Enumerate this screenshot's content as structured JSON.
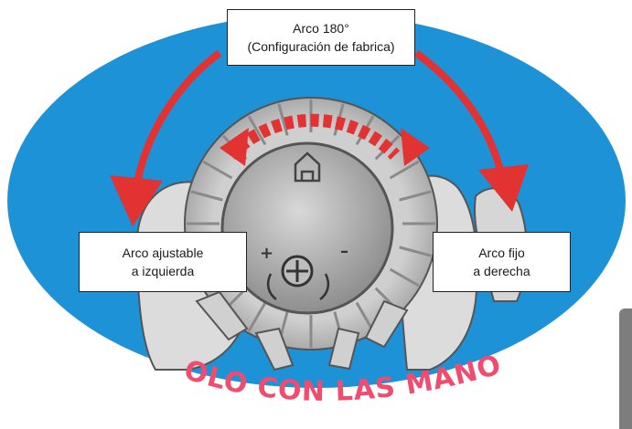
{
  "labels": {
    "top_line1": "Arco 180°",
    "top_line2": "(Configuración de fabrica)",
    "left_line1": "Arco ajustable",
    "left_line2": "a izquierda",
    "right_line1": "Arco fijo",
    "right_line2": "a derecha"
  },
  "curved_text": {
    "bottom": "SOLO CON LAS MANOS"
  },
  "colors": {
    "ellipse_blue": "#1d92d6",
    "arrow_red": "#e23232",
    "text_pink": "#ef4c70",
    "dial_gray": "#b9b9b9"
  },
  "icons": [
    "dial-icon",
    "plus-icon",
    "minus-icon",
    "screw-icon",
    "house-icon",
    "hand-icon"
  ]
}
